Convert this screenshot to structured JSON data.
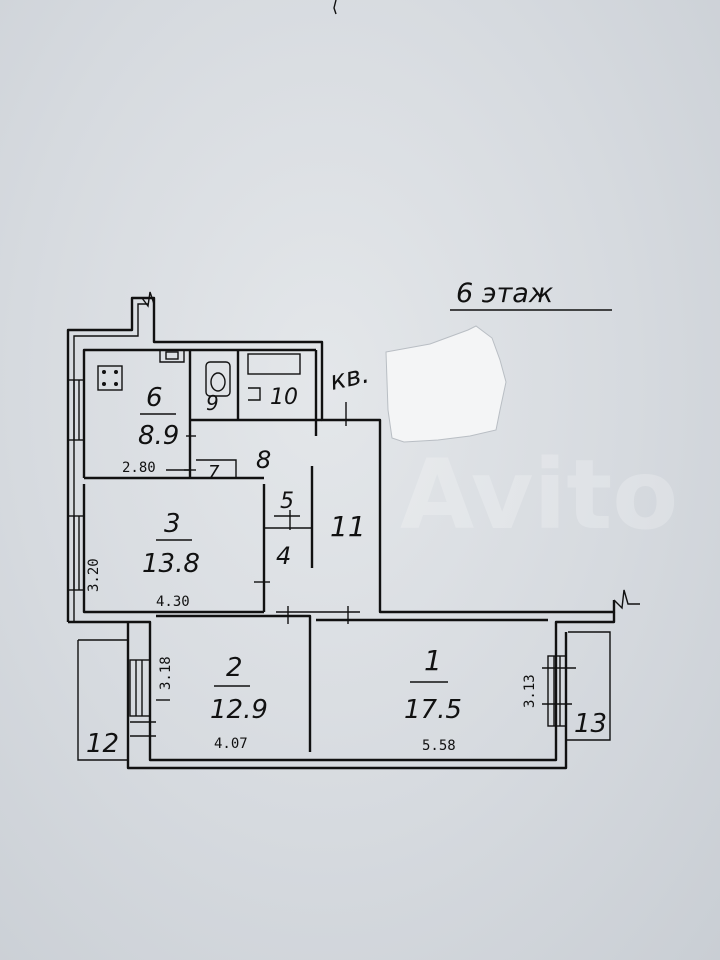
{
  "floor_label": "6 этаж",
  "apartment_mark": {
    "text": "кв.",
    "color": "#d81b4a"
  },
  "watermark": "Avito",
  "rooms": [
    {
      "id": "1",
      "area": "17.5",
      "width": "5.58",
      "height": "3.13"
    },
    {
      "id": "2",
      "area": "12.9",
      "width": "4.07",
      "height": "3.18"
    },
    {
      "id": "3",
      "area": "13.8",
      "width": "4.30",
      "height": "3.20"
    },
    {
      "id": "4"
    },
    {
      "id": "5"
    },
    {
      "id": "6",
      "area": "8.9",
      "width": "2.80"
    },
    {
      "id": "7"
    },
    {
      "id": "8"
    },
    {
      "id": "9"
    },
    {
      "id": "10"
    },
    {
      "id": "11"
    },
    {
      "id": "12"
    },
    {
      "id": "13"
    }
  ]
}
